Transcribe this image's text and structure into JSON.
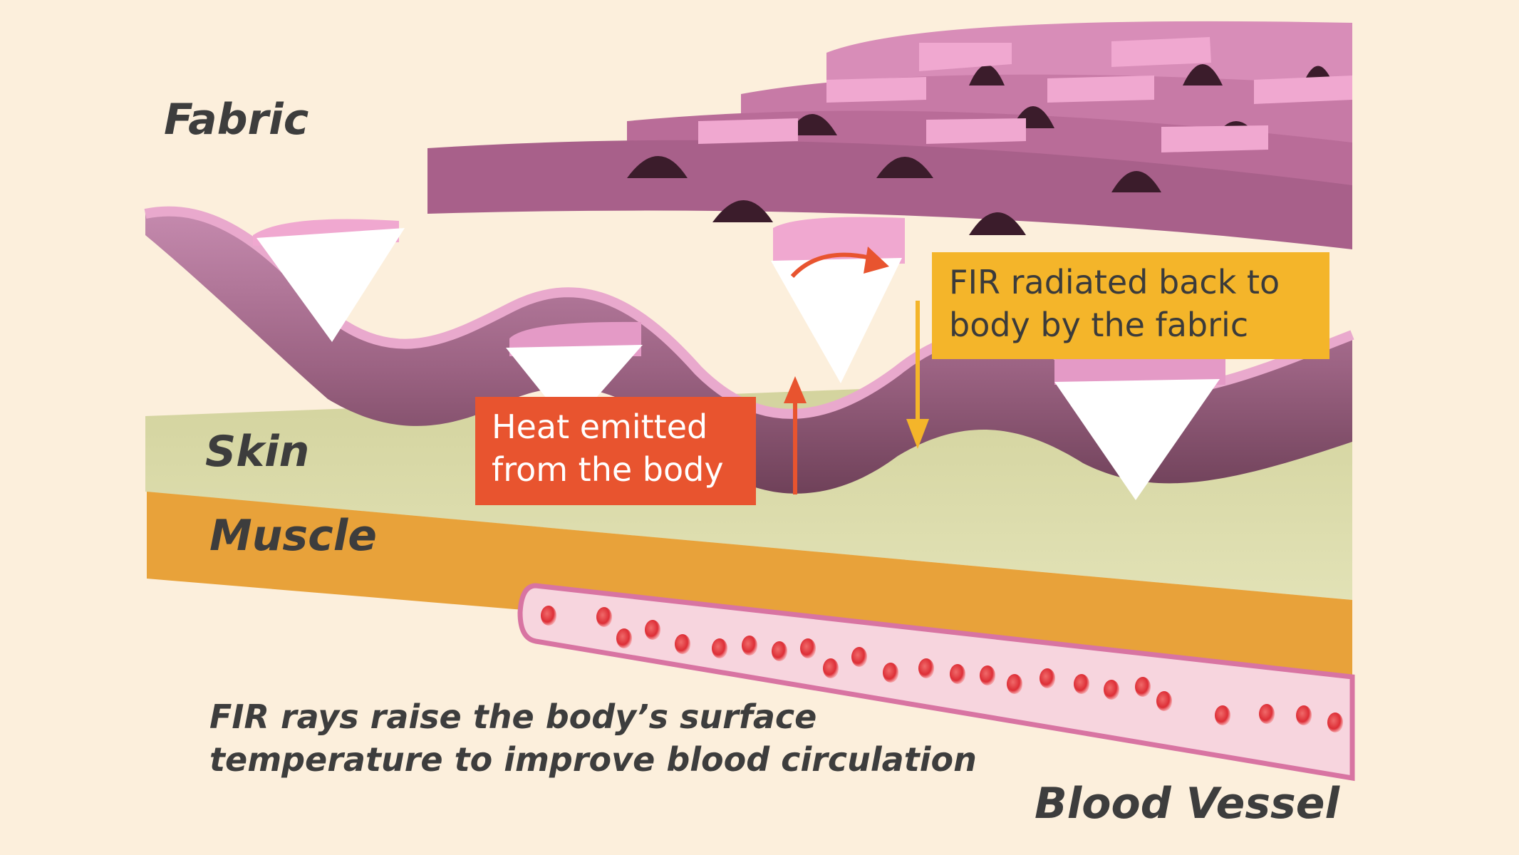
{
  "labels": {
    "fabric": "Fabric",
    "skin": "Skin",
    "muscle": "Muscle",
    "blood_vessel": "Blood Vessel"
  },
  "callouts": {
    "heat": {
      "line1": "Heat emitted",
      "line2": "from the body",
      "color": "#e8542f"
    },
    "fir": {
      "line1": "FIR radiated back to",
      "line2": "body by the fabric",
      "color": "#f4b52a"
    }
  },
  "caption": {
    "line1": "FIR rays raise the body’s surface",
    "line2": "temperature to improve blood circulation"
  },
  "colors": {
    "background": "#fcefdc",
    "skin": "#d9d9a8",
    "muscle": "#e8a23a",
    "fabric_top": "#e49ac6",
    "fabric_side": "#8a4f6a",
    "blood_vessel": "#f7d3dc",
    "blood_cell": "#e0303a",
    "heat_arrow": "#e8542f",
    "fir_arrow": "#f4b52a"
  },
  "icons": {
    "heat_arrow": "arrow-up-icon",
    "fir_arrow": "arrow-down-icon",
    "curved_arrow": "curved-arrow-icon"
  }
}
